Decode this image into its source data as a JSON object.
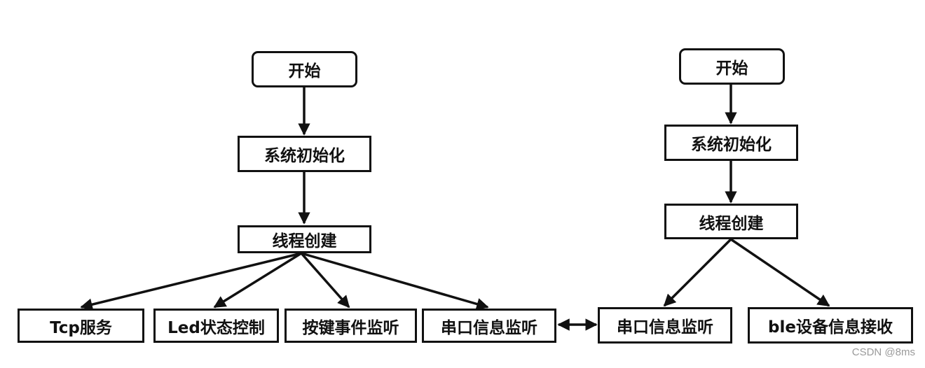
{
  "diagram": {
    "left": {
      "start": "开始",
      "init": "系统初始化",
      "thread": "线程创建",
      "children": [
        "Tcp服务",
        "Led状态控制",
        "按键事件监听",
        "串口信息监听"
      ]
    },
    "right": {
      "start": "开始",
      "init": "系统初始化",
      "thread": "线程创建",
      "children": [
        "串口信息监听",
        "ble设备信息接收"
      ]
    }
  },
  "watermark": "CSDN @8ms"
}
